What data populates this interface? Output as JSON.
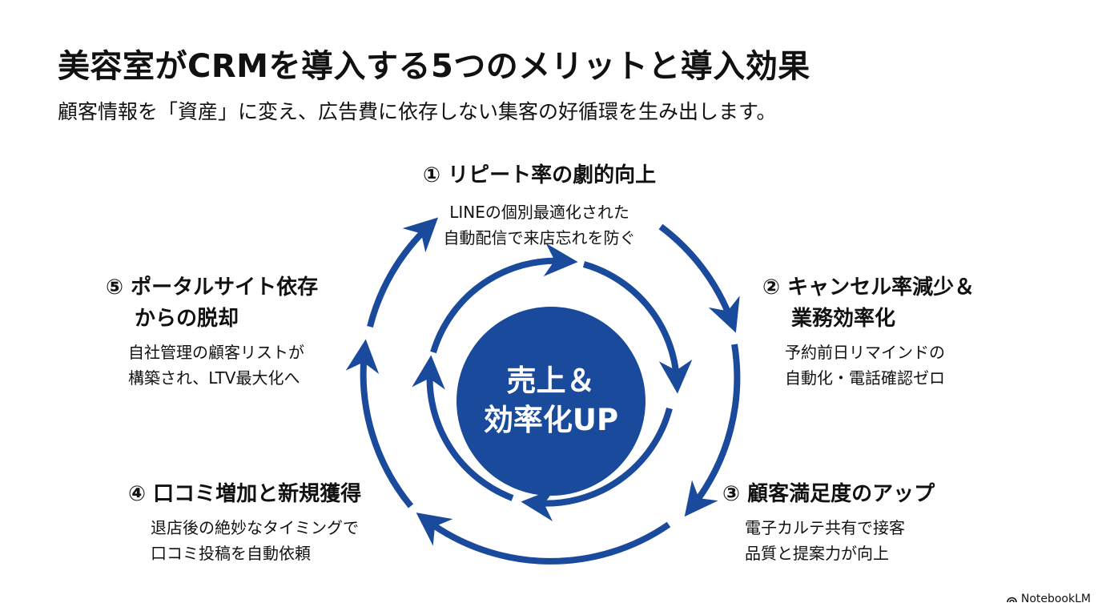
{
  "title": "美容室がCRMを導入する5つのメリットと導入効果",
  "subtitle": "顧客情報を「資産」に変え、広告費に依存しない集客の好循環を生み出します。",
  "center": {
    "line1": "売上＆",
    "line2": "効率化UP",
    "color": "#1a4a9c"
  },
  "arrow_color": "#1a4a9c",
  "benefits": [
    {
      "number": "①",
      "head_lines": [
        "リピート率の劇的向上"
      ],
      "desc_lines": [
        "LINEの個別最適化された",
        "自動配信で来店忘れを防ぐ"
      ]
    },
    {
      "number": "②",
      "head_lines": [
        "キャンセル率減少＆",
        "業務効率化"
      ],
      "desc_lines": [
        "予約前日リマインドの",
        "自動化・電話確認ゼロ"
      ]
    },
    {
      "number": "③",
      "head_lines": [
        "顧客満足度のアップ"
      ],
      "desc_lines": [
        "電子カルテ共有で接客",
        "品質と提案力が向上"
      ]
    },
    {
      "number": "④",
      "head_lines": [
        "口コミ増加と新規獲得"
      ],
      "desc_lines": [
        "退店後の絶妙なタイミングで",
        "口コミ投稿を自動依頼"
      ]
    },
    {
      "number": "⑤",
      "head_lines": [
        "ポータルサイト依存",
        "からの脱却"
      ],
      "desc_lines": [
        "自社管理の顧客リストが",
        "構築され、LTV最大化へ"
      ]
    }
  ],
  "brand": {
    "label": "NotebookLM",
    "icon": "notebooklm-icon"
  }
}
